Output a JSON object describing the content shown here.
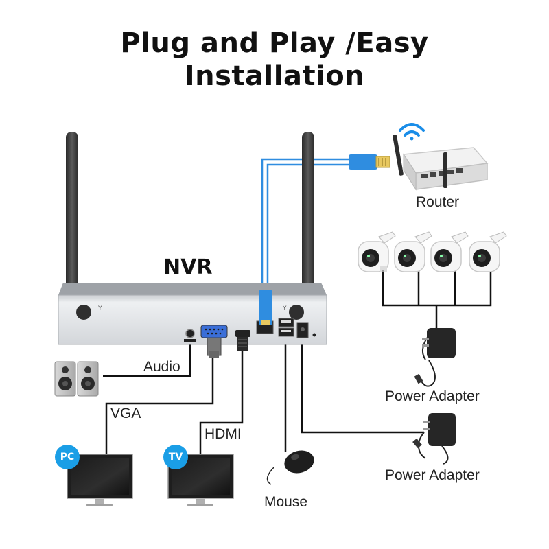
{
  "title": {
    "line1": "Plug and Play /Easy",
    "line2": "Installation"
  },
  "labels": {
    "nvr": "NVR",
    "router": "Router",
    "audio": "Audio",
    "vga": "VGA",
    "hdmi": "HDMI",
    "mouse": "Mouse",
    "power_adapter_cameras": "Power Adapter",
    "power_adapter_nvr": "Power Adapter"
  },
  "badges": {
    "pc": "PC",
    "tv": "TV"
  },
  "colors": {
    "ethernet_cable": "#2f8de0",
    "connection_line": "#111111",
    "badge": "#1a9ee6",
    "nvr_body": "#dfe1e4",
    "antenna": "#3a3a3a"
  },
  "icons": [
    "wifi-icon",
    "router-icon",
    "camera-icon",
    "power-adapter-icon",
    "speaker-icon",
    "monitor-icon",
    "mouse-icon",
    "antenna-icon"
  ]
}
